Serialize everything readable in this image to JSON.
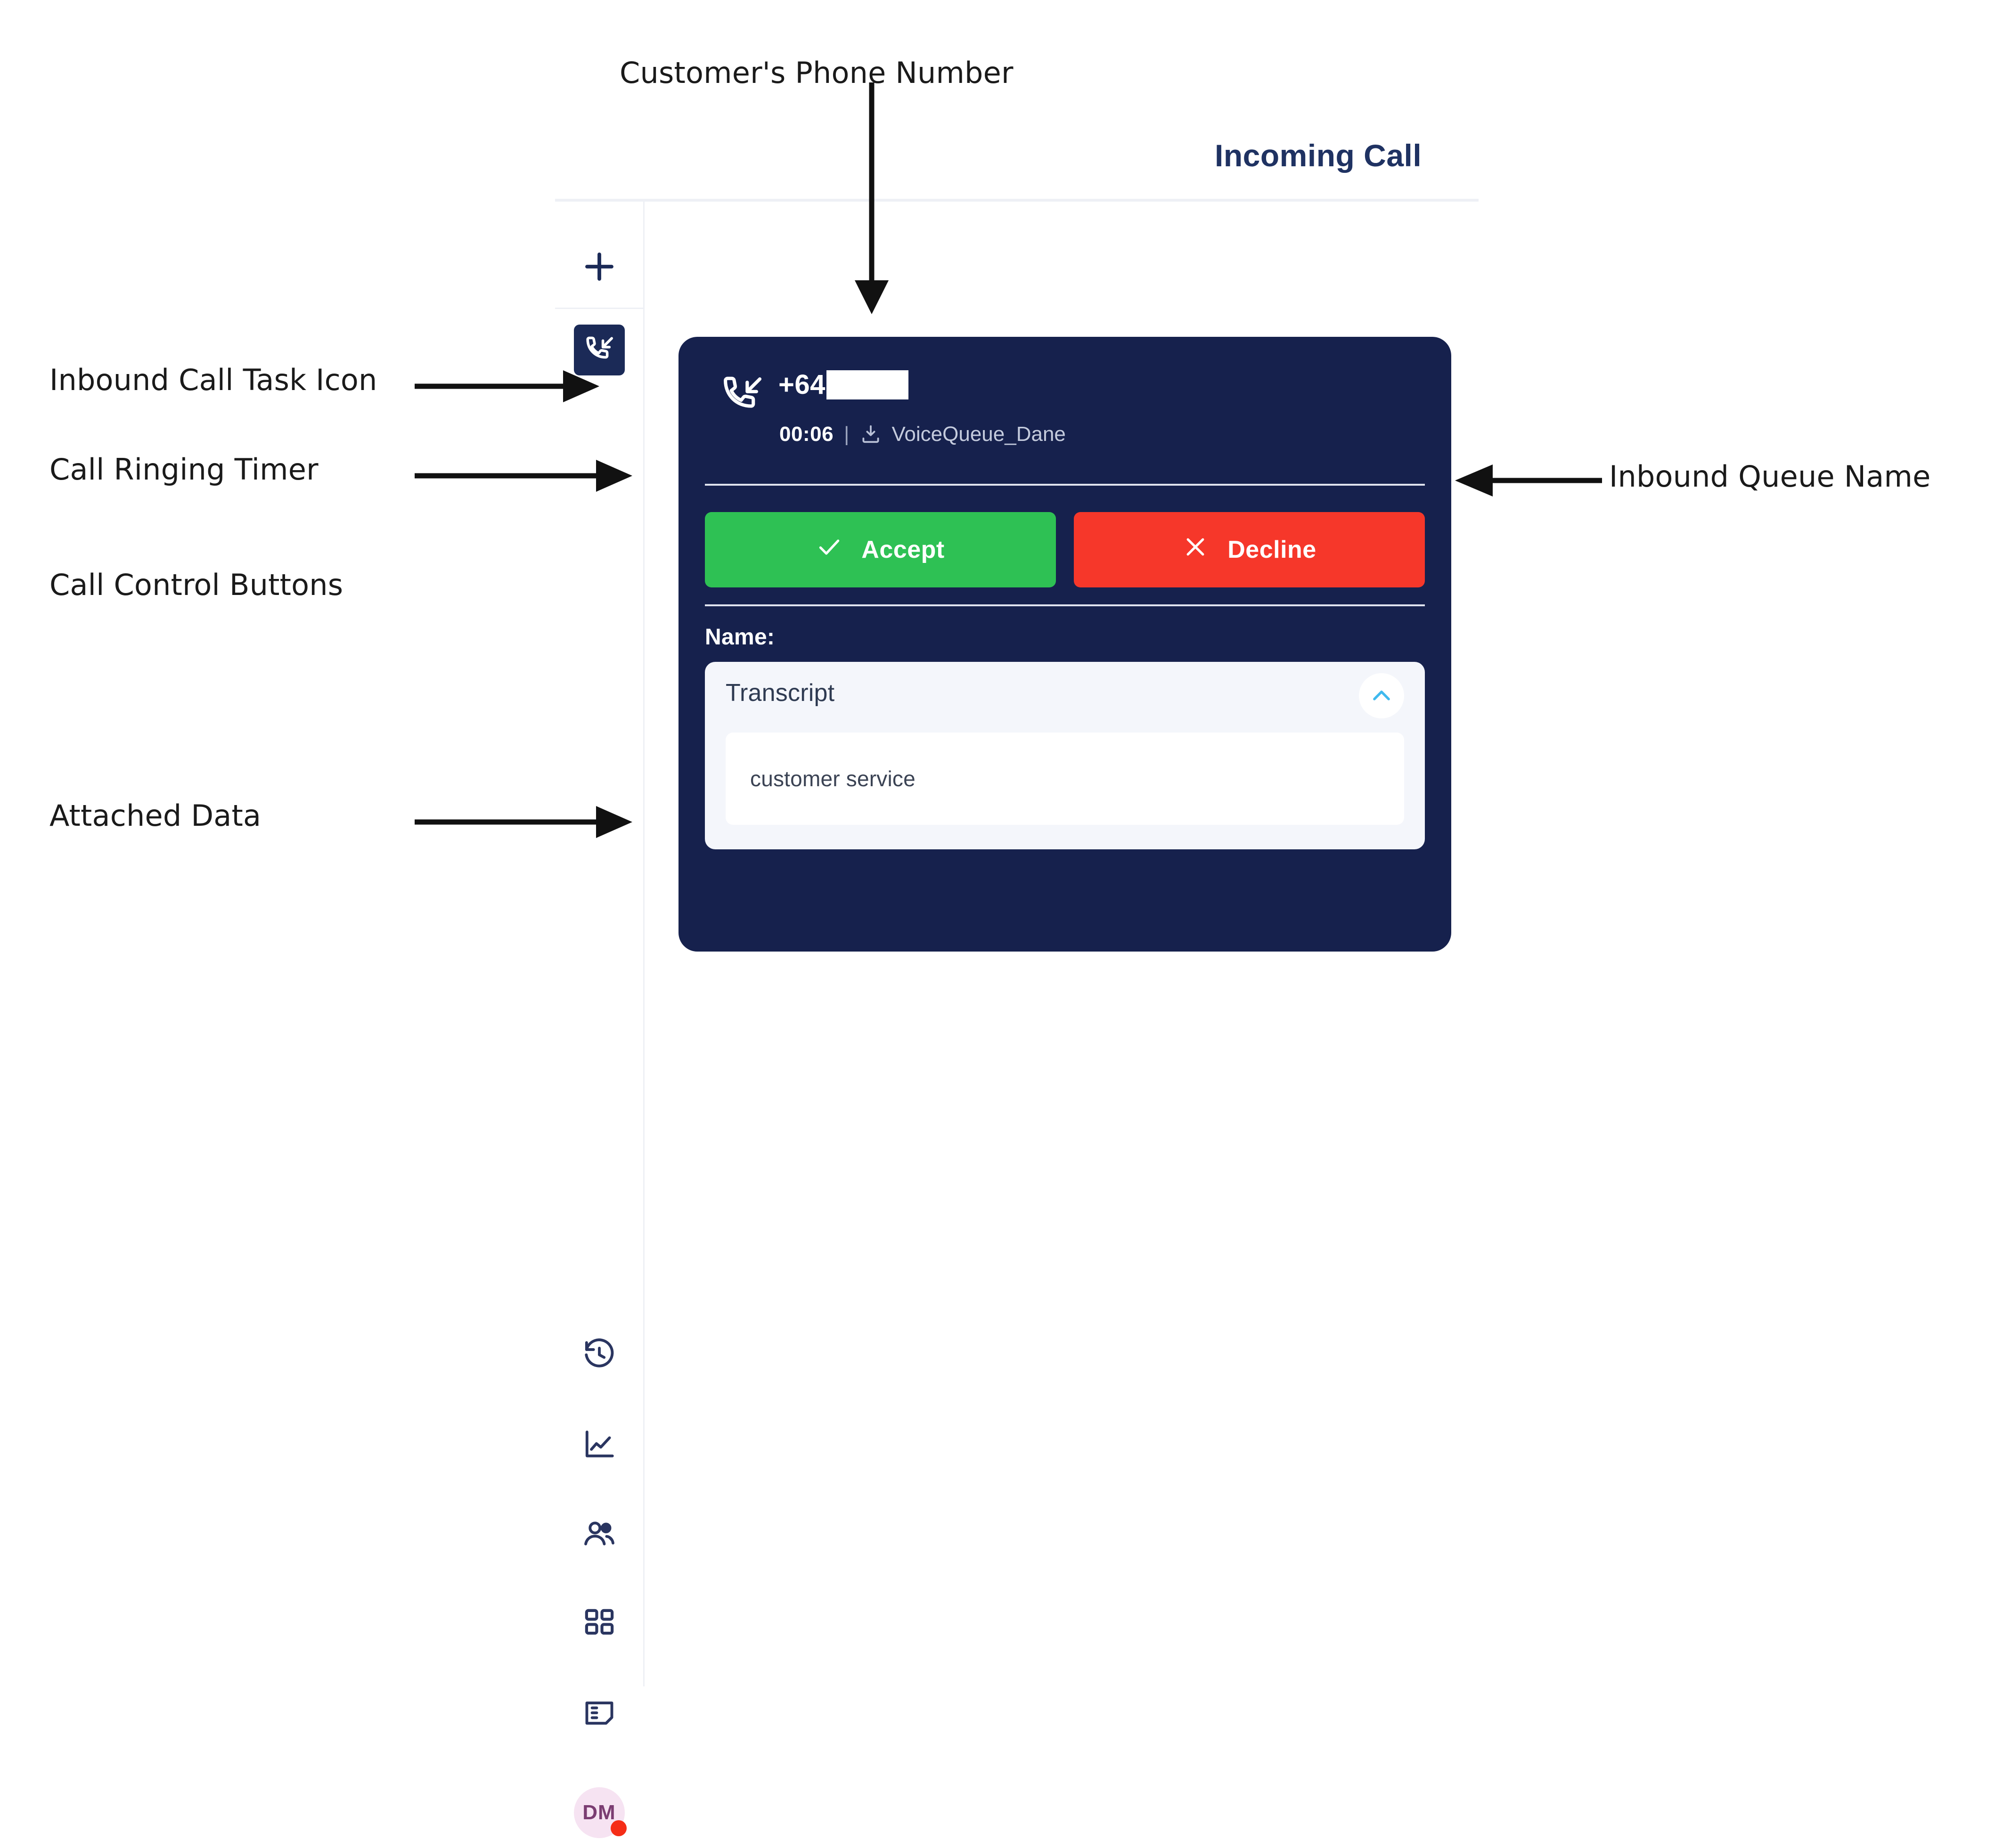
{
  "annotations": [
    {
      "id": "customer-phone-number",
      "label": "Customer's Phone Number"
    },
    {
      "id": "inbound-call-task-icon",
      "label": "Inbound Call Task Icon"
    },
    {
      "id": "call-ringing-timer",
      "label": "Call Ringing Timer"
    },
    {
      "id": "call-control-buttons",
      "label": "Call Control Buttons"
    },
    {
      "id": "attached-data",
      "label": "Attached Data"
    },
    {
      "id": "inbound-queue-name",
      "label": "Inbound Queue Name"
    }
  ],
  "header": {
    "title": "Incoming Call"
  },
  "sidebar": {
    "add_icon": "plus-icon",
    "task_icon": "inbound-call-icon",
    "nav": [
      {
        "id": "history",
        "icon": "history-clock-icon"
      },
      {
        "id": "reports",
        "icon": "line-chart-icon"
      },
      {
        "id": "contacts",
        "icon": "people-icon"
      },
      {
        "id": "apps",
        "icon": "grid-apps-icon"
      },
      {
        "id": "notes",
        "icon": "notes-card-icon"
      }
    ],
    "avatar": {
      "initials": "DM",
      "status_color": "#f52d17",
      "background_color": "#f6e3f2"
    }
  },
  "call_card": {
    "direction_icon": "inbound-call-icon",
    "phone_number": "+64",
    "phone_number_redacted": true,
    "ring_timer": "00:06",
    "separator": "|",
    "queue_icon": "download-icon",
    "queue_name": "VoiceQueue_Dane",
    "actions": [
      {
        "id": "accept",
        "label": "Accept",
        "icon": "check-icon",
        "color": "#2ec154"
      },
      {
        "id": "decline",
        "label": "Decline",
        "icon": "close-icon",
        "color": "#f6372a"
      }
    ],
    "attached_data_label": "Name:",
    "transcript": {
      "title": "Transcript",
      "collapse_icon": "chevron-up-icon",
      "value": "customer service"
    },
    "background_color": "#16214d"
  }
}
